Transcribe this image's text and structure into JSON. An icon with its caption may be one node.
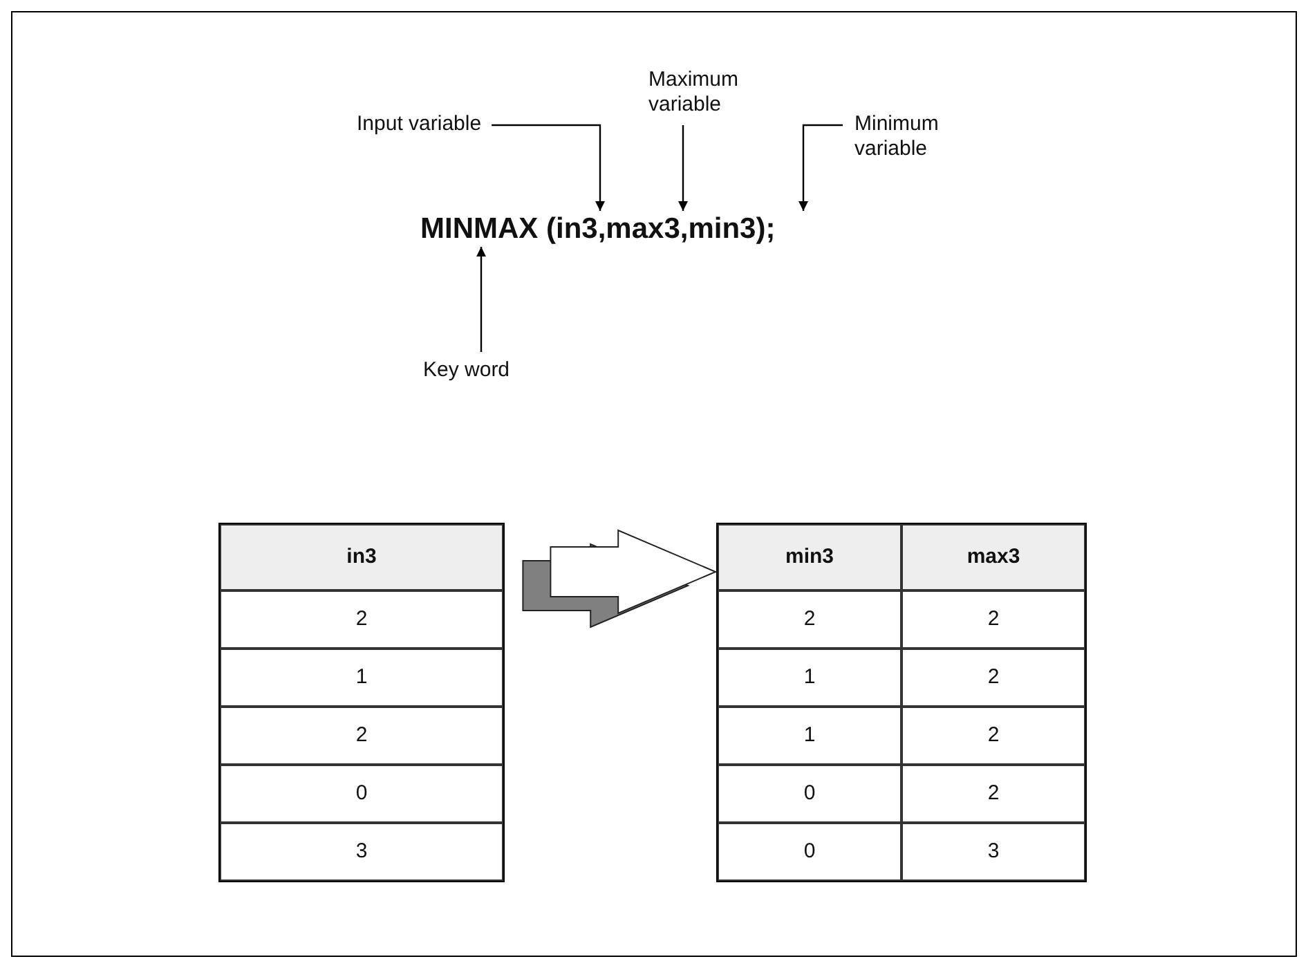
{
  "diagram": {
    "nodes": [
      {
        "text": [
          "Maximum variable"
        ]
      },
      {
        "text": [
          "Input variable"
        ]
      },
      {
        "text": [
          "Minimum variable"
        ]
      },
      {
        "text": [
          "MINMAX (in3,max3,min3);"
        ]
      },
      {
        "text": [
          "Key word"
        ]
      },
      {
        "text": [
          "in3",
          "2",
          "1",
          "2",
          "0",
          "3"
        ]
      },
      {
        "text": [
          "min3",
          "max3",
          "2",
          "2",
          "1",
          "2",
          "1",
          "2",
          "0",
          "2",
          "0",
          "3"
        ]
      }
    ],
    "edges": [
      {
        "from": 1,
        "to": 3,
        "arrow": "to"
      },
      {
        "from": 0,
        "to": 3,
        "arrow": "to"
      },
      {
        "from": 2,
        "to": 3,
        "arrow": "to"
      },
      {
        "from": 4,
        "to": 3,
        "arrow": "to"
      },
      {
        "from": 5,
        "to": 6,
        "arrow": "to",
        "style": "thick"
      }
    ]
  }
}
